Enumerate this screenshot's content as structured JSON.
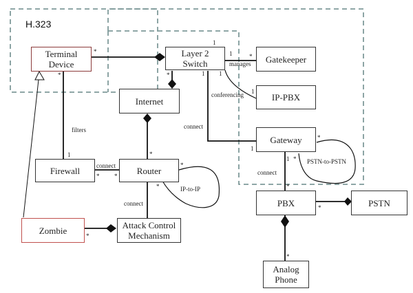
{
  "diagram": {
    "group_label": "H.323",
    "nodes": {
      "terminal_device": "Terminal\nDevice",
      "layer2_switch": "Layer 2\nSwitch",
      "gatekeeper": "Gatekeeper",
      "ip_pbx": "IP-PBX",
      "internet": "Internet",
      "gateway": "Gateway",
      "firewall": "Firewall",
      "router": "Router",
      "pbx": "PBX",
      "pstn": "PSTN",
      "zombie": "Zombie",
      "attack_control": "Attack Control\nMechanism",
      "analog_phone": "Analog\nPhone"
    },
    "edge_labels": {
      "manages": "manages",
      "conferencing": "conferencing",
      "connect_switch_gateway": "connect",
      "filters": "filters",
      "connect_firewall_router": "connect",
      "ip_to_ip": "IP-to-IP",
      "connect_router_attack": "connect",
      "connect_gateway_pbx": "connect",
      "pstn_to_pstn": "PSTN-to-PSTN"
    },
    "multiplicities": {
      "one": "1",
      "many": "*"
    },
    "colors": {
      "dashed_boundary": "#7f9a9a",
      "attacker_border": "#c0504d",
      "terminal_border": "#8b3a3a",
      "line": "#111111"
    }
  }
}
